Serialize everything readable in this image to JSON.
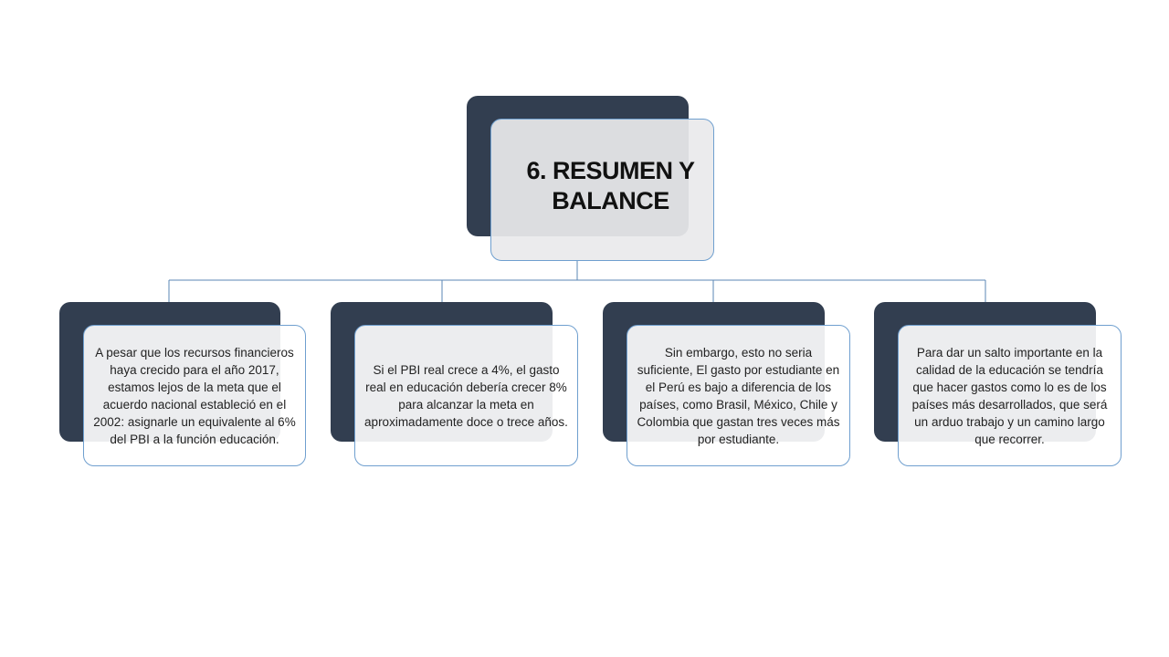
{
  "diagram": {
    "root": {
      "title": "6. RESUMEN Y BALANCE"
    },
    "children": [
      {
        "text": "A pesar que los recursos financieros haya crecido para el año 2017, estamos lejos de la meta que el acuerdo nacional estableció en el 2002: asignarle un equivalente al 6% del PBI a la función educación."
      },
      {
        "text": "Si el PBI real crece a 4%, el gasto real en educación debería crecer 8% para alcanzar la meta en aproximadamente doce o trece años."
      },
      {
        "text": "Sin embargo, esto no seria suficiente, El gasto por estudiante en el Perú es bajo a diferencia de los países, como Brasil, México, Chile y Colombia que gastan tres veces más por estudiante."
      },
      {
        "text": "Para dar un salto importante en la calidad de la educación se tendría que hacer gastos como lo es de los países más desarrollados, que será un arduo trabajo y un camino largo que recorrer."
      }
    ],
    "colors": {
      "dark_block": "#323e50",
      "card_border": "#6f9fcf",
      "connector": "#5b87b5"
    }
  }
}
